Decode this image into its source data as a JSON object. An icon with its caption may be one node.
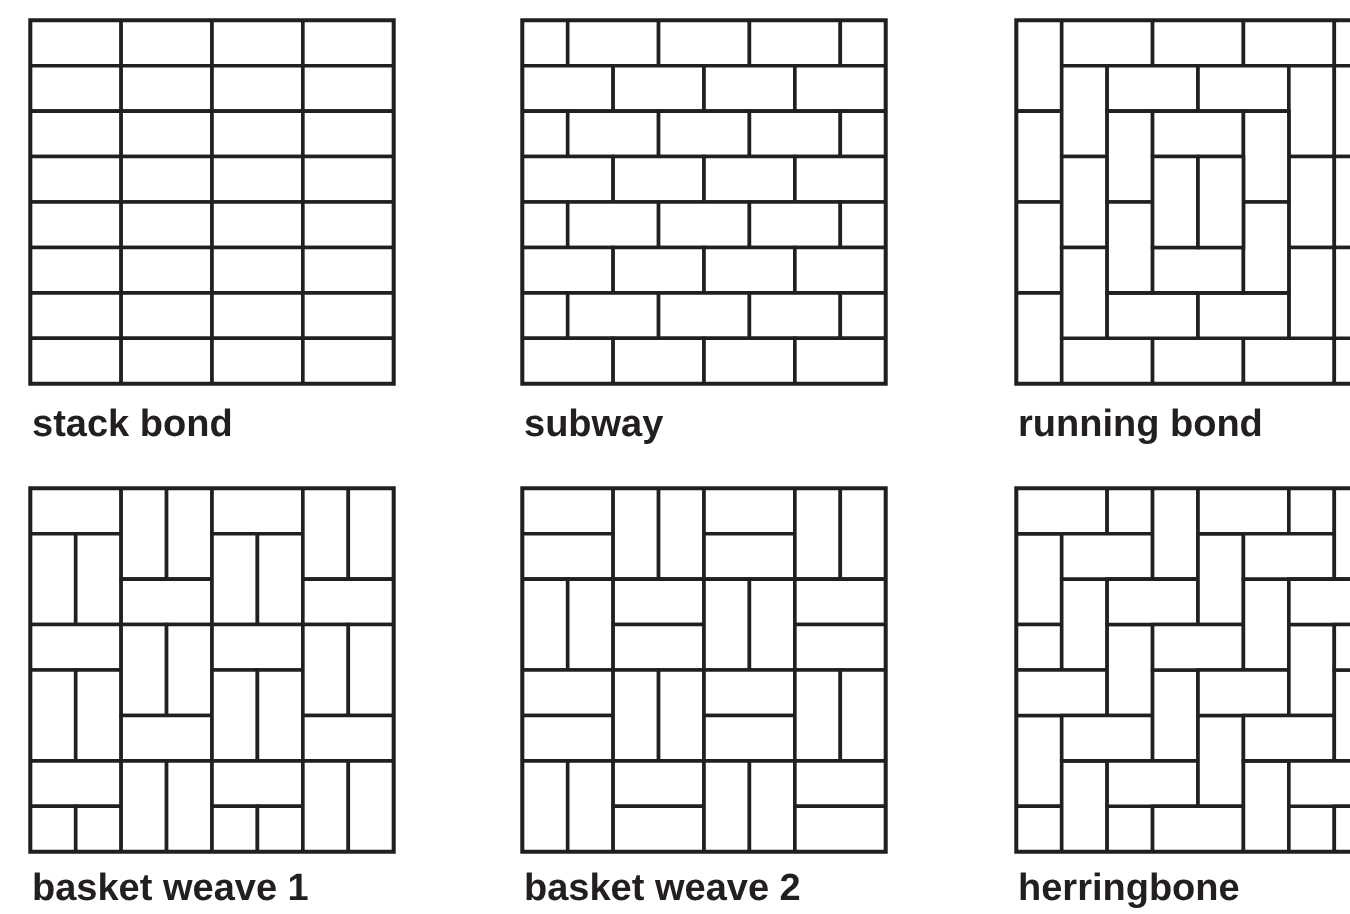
{
  "diagram": {
    "labels": [
      "stack bond",
      "subway",
      "running bond",
      "basket weave 1",
      "basket weave 2",
      "herringbone"
    ]
  }
}
